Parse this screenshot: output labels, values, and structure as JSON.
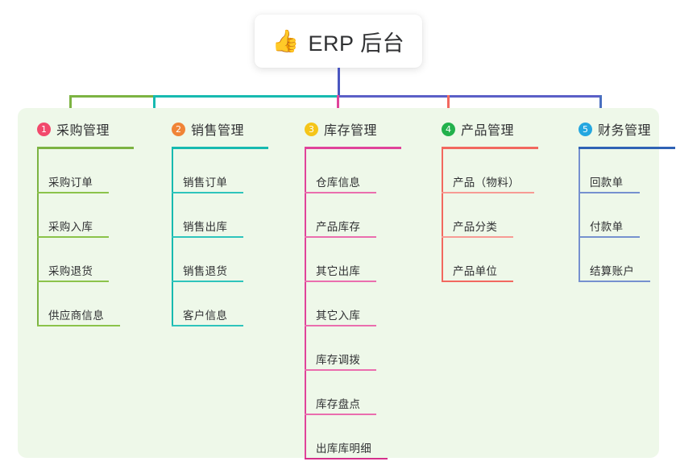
{
  "title": {
    "icon": "thumbs-up-icon",
    "icon_glyph": "👍",
    "text": "ERP 后台"
  },
  "colors": {
    "panel_bg": "#eef8e9",
    "page_bg": "#ffffff",
    "title_stem": "#4a56c0",
    "trunk_purple": "#5b5fc7",
    "text": "#303133"
  },
  "columns": [
    {
      "number": "1",
      "title": "采购管理",
      "badge_color": "#f2496c",
      "line_color": "#7cb342",
      "items": [
        "采购订单",
        "采购入库",
        "采购退货",
        "供应商信息"
      ]
    },
    {
      "number": "2",
      "title": "销售管理",
      "badge_color": "#f08437",
      "line_color": "#17bab0",
      "items": [
        "销售订单",
        "销售出库",
        "销售退货",
        "客户信息"
      ]
    },
    {
      "number": "3",
      "title": "库存管理",
      "badge_color": "#f5c518",
      "line_color": "#e0439a",
      "items": [
        "仓库信息",
        "产品库存",
        "其它出库",
        "其它入库",
        "库存调拨",
        "库存盘点",
        "出库库明细"
      ]
    },
    {
      "number": "4",
      "title": "产品管理",
      "badge_color": "#22b14c",
      "line_color": "#f2685f",
      "items": [
        "产品（物料）",
        "产品分类",
        "产品单位"
      ]
    },
    {
      "number": "5",
      "title": "财务管理",
      "badge_color": "#24a7e0",
      "line_color": "#4a6fc0",
      "items": [
        "回款单",
        "付款单",
        "结算账户"
      ]
    }
  ],
  "connectors": {
    "title_drop_color": "#4a56c0",
    "bar_left_green": "#7cb342",
    "bar_mid_teal": "#17bab0",
    "bar_right_purple": "#5b5fc7",
    "drop_col1": "#7cb342",
    "drop_col2": "#17bab0",
    "drop_col3": "#e0439a",
    "drop_col4": "#f2685f",
    "drop_col5": "#4a6fc0"
  }
}
